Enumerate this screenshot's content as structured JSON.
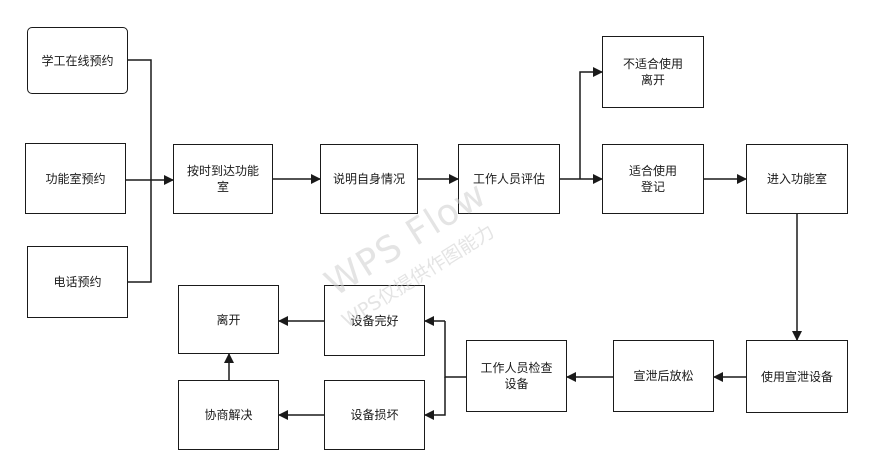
{
  "watermark": {
    "line1": "WPS Flow",
    "line2": "WPS仅提供作图能力"
  },
  "nodes": {
    "online": "学工在线预约",
    "room": "功能室预约",
    "phone": "电话预约",
    "arrive": "按时到达功能\n室",
    "explain": "说明自身情况",
    "assess": "工作人员评估",
    "unsuitable": "不适合使用\n离开",
    "suitable": "适合使用\n登记",
    "enter": "进入功能室",
    "use": "使用宣泄设备",
    "relax": "宣泄后放松",
    "check": "工作人员检查\n设备",
    "intact": "设备完好",
    "broken": "设备损坏",
    "leave": "离开",
    "negotiate": "协商解决"
  },
  "colors": {
    "line": "#1a1a1a",
    "watermark": "#cfcfcf"
  }
}
